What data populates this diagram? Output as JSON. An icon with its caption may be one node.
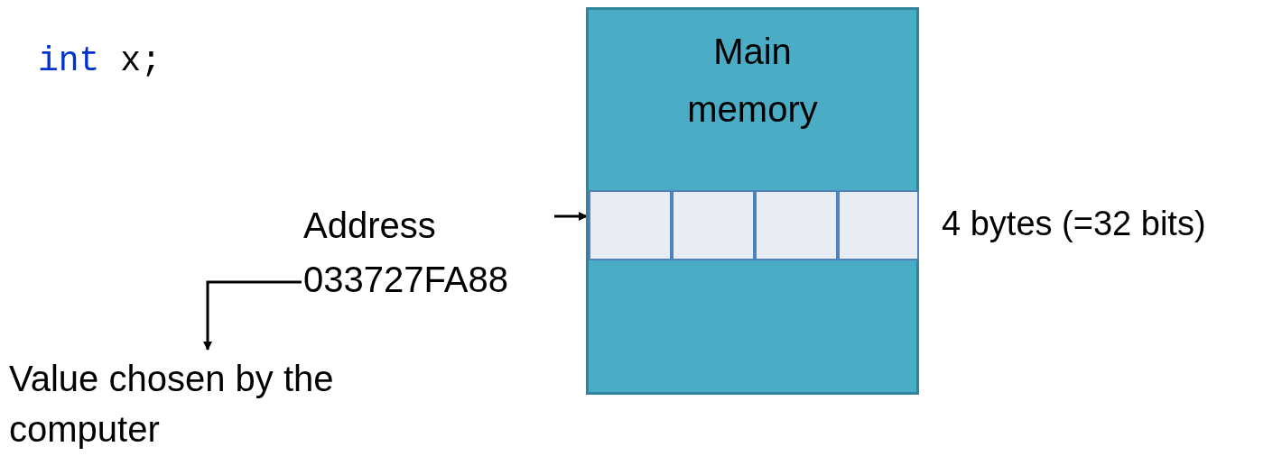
{
  "diagram": {
    "nodes": [
      {
        "text": [
          "Main memory"
        ]
      },
      {
        "text": [],
        "shape": "box",
        "in": 0
      },
      {
        "text": [],
        "shape": "box",
        "in": 0
      },
      {
        "text": [],
        "shape": "box",
        "in": 0
      },
      {
        "text": [],
        "shape": "box",
        "in": 0
      },
      {
        "text": [
          "Address 033727FA88"
        ]
      },
      {
        "text": [
          "Value chosen by the computer"
        ]
      }
    ],
    "edges": [
      {
        "from": 5,
        "to": 1,
        "arrow": "to"
      },
      {
        "from": 5,
        "to": 6,
        "arrow": "to"
      }
    ],
    "labels": [
      "int x;",
      "4 bytes (=32 bits)"
    ]
  }
}
